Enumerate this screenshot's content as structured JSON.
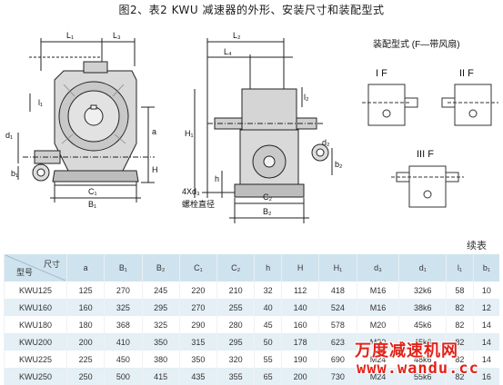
{
  "caption": "图2、表2   KWU 减速器的外形、安装尺寸和装配型式",
  "drawing": {
    "left_labels": {
      "L1": "L₁",
      "L3": "L₃",
      "l1": "l₁",
      "d1": "d₁",
      "b1": "b₁",
      "a": "a",
      "H": "H",
      "C1": "C₁",
      "B1": "B₁"
    },
    "mid_labels": {
      "L2": "L₂",
      "L4": "L₄",
      "l2": "l₂",
      "H1": "H₁",
      "h": "h",
      "C2": "C₂",
      "B2": "B₂",
      "d2": "d₂",
      "b2": "b₂",
      "bolt_dia": "4Xd₃",
      "bolt_label": "螺栓直径"
    },
    "assembly_title": "装配型式 (F—带风扇)",
    "types": [
      "I F",
      "II F",
      "III F"
    ]
  },
  "continued": "续表",
  "table": {
    "corner_top": "尺寸",
    "corner_bottom": "型号",
    "headers": [
      "a",
      "B₁",
      "B₂",
      "C₁",
      "C₂",
      "h",
      "H",
      "H₁",
      "d₃",
      "d₁",
      "l₁",
      "b₁"
    ],
    "rows": [
      [
        "KWU125",
        "125",
        "270",
        "245",
        "220",
        "210",
        "32",
        "112",
        "418",
        "M16",
        "32k6",
        "58",
        "10"
      ],
      [
        "KWU160",
        "160",
        "325",
        "295",
        "270",
        "255",
        "40",
        "140",
        "524",
        "M16",
        "38k6",
        "82",
        "12"
      ],
      [
        "KWU180",
        "180",
        "368",
        "325",
        "290",
        "280",
        "45",
        "160",
        "578",
        "M20",
        "45k6",
        "82",
        "14"
      ],
      [
        "KWU200",
        "200",
        "410",
        "350",
        "315",
        "295",
        "50",
        "178",
        "623",
        "M20",
        "45k6",
        "82",
        "14"
      ],
      [
        "KWU225",
        "225",
        "450",
        "380",
        "350",
        "320",
        "55",
        "190",
        "690",
        "M24",
        "48k6",
        "82",
        "14"
      ],
      [
        "KWU250",
        "250",
        "500",
        "415",
        "435",
        "355",
        "65",
        "200",
        "730",
        "M24",
        "55k6",
        "82",
        "16"
      ]
    ]
  },
  "watermark": {
    "cn": "万度减速机网",
    "url": "www.wandu.cc"
  },
  "colors": {
    "header_bg": "#cfe3ef",
    "row_alt_bg": "#e4eff6",
    "watermark": "#e2231a"
  }
}
